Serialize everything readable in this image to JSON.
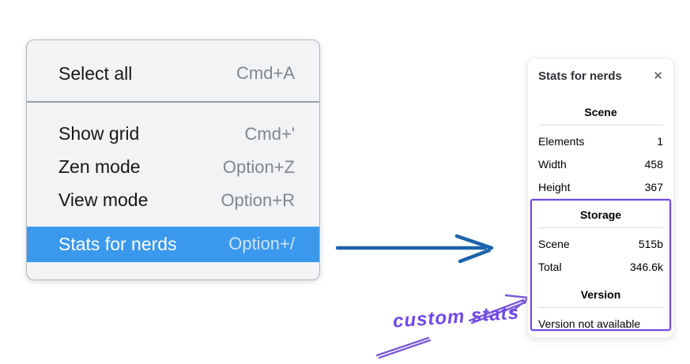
{
  "colors": {
    "menu-bg": "#f1f3f5",
    "menu-border": "#b1b7be",
    "menu-divider": "#9ba1a8",
    "menu-text": "#17181a",
    "menu-shortcut": "#82878c",
    "highlight-bg": "#3b99ed",
    "highlight-text": "#ffffff",
    "highlight-shortcut": "#cde4fa",
    "arrow-blue": "#1d64ab",
    "annotation-purple": "#7048e8",
    "panel-border": "#e9ecef",
    "panel-divider": "#d8dde3"
  },
  "menu": {
    "items": [
      {
        "label": "Select all",
        "shortcut": "Cmd+A"
      },
      {
        "label": "Show grid",
        "shortcut": "Cmd+'"
      },
      {
        "label": "Zen mode",
        "shortcut": "Option+Z"
      },
      {
        "label": "View mode",
        "shortcut": "Option+R"
      },
      {
        "label": "Stats for nerds",
        "shortcut": "Option+/"
      }
    ]
  },
  "panel": {
    "title": "Stats for nerds",
    "close_icon": "✕",
    "sections": [
      {
        "title": "Scene",
        "rows": [
          {
            "label": "Elements",
            "value": "1"
          },
          {
            "label": "Width",
            "value": "458"
          },
          {
            "label": "Height",
            "value": "367"
          }
        ]
      },
      {
        "title": "Storage",
        "rows": [
          {
            "label": "Scene",
            "value": "515b"
          },
          {
            "label": "Total",
            "value": "346.6k"
          }
        ]
      },
      {
        "title": "Version",
        "note": "Version not available"
      }
    ]
  },
  "annotation": {
    "label": "custom stats"
  }
}
